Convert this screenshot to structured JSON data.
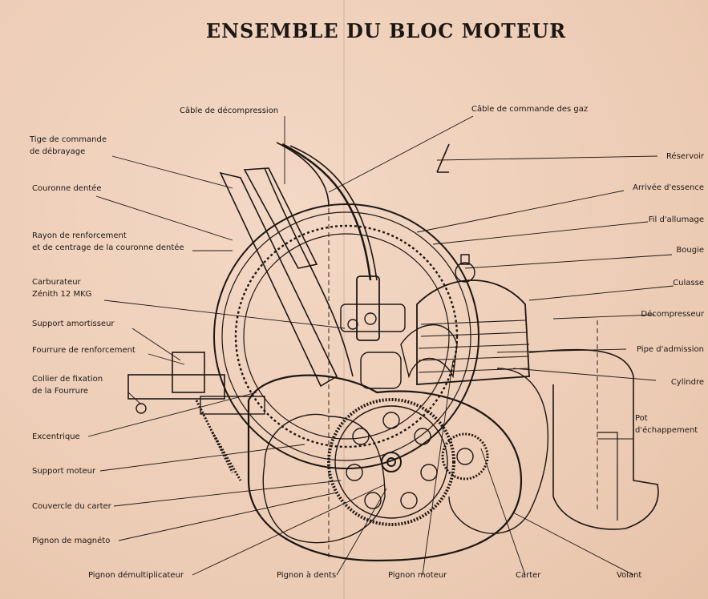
{
  "title": "ENSEMBLE DU BLOC MOTEUR",
  "labels_left": {
    "tige": "Tige de commande\nde débrayage",
    "couronne": "Couronne dentée",
    "rayon": "Rayon de renforcement\net de centrage de la couronne dentée",
    "carburateur": "Carburateur\nZénith 12 MKG",
    "support_amortisseur": "Support amortisseur",
    "fourrure": "Fourrure de renforcement",
    "collier": "Collier de fixation\nde la Fourrure",
    "excentrique": "Excentrique",
    "support_moteur": "Support moteur",
    "couvercle": "Couvercle du carter",
    "pignon_magneto": "Pignon de magnéto",
    "pignon_demul": "Pignon démultiplicateur"
  },
  "labels_top": {
    "cable_decompression": "Câble de décompression",
    "cable_gaz": "Câble de commande des gaz"
  },
  "labels_right": {
    "reservoir": "Réservoir",
    "arrivee": "Arrivée d'essence",
    "fil": "Fil d'allumage",
    "bougie": "Bougie",
    "culasse": "Culasse",
    "decompresseur": "Décompresseur",
    "pipe": "Pipe d'admission",
    "cylindre": "Cylindre",
    "pot": "Pot\nd'échappement"
  },
  "labels_bottom": {
    "pignon_dents": "Pignon à dents",
    "pignon_moteur": "Pignon moteur",
    "carter": "Carter",
    "volant": "Volant"
  },
  "colors": {
    "paper": "#f0d2bd",
    "ink": "#1d1714"
  }
}
